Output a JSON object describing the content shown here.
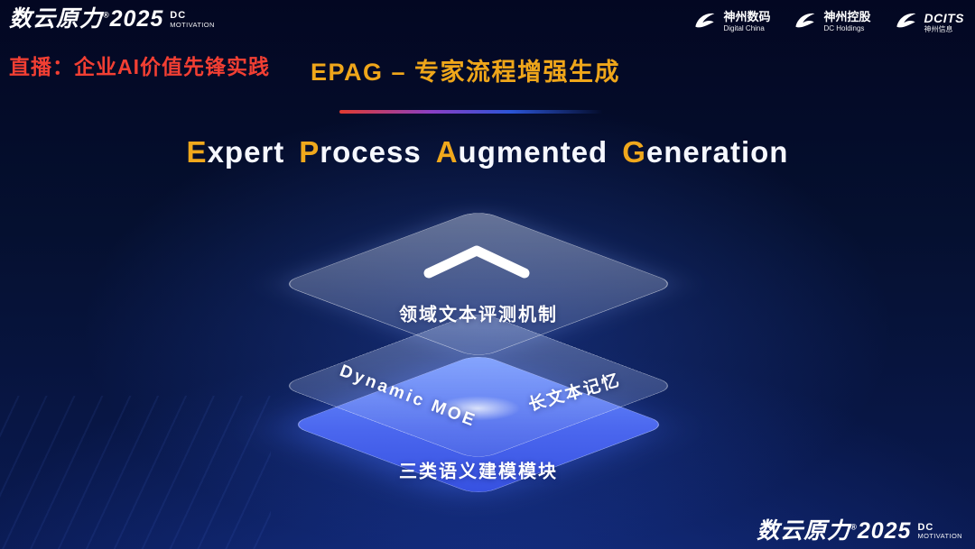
{
  "brand": {
    "name": "数云原力",
    "reg": "®",
    "year": "2025",
    "dc": "DC",
    "motivation": "MOTIVATION"
  },
  "header": {
    "live_label": "直播：企业AI价值先锋实践",
    "title": "EPAG – 专家流程增强生成",
    "partners": [
      {
        "name": "神州数码",
        "sub": "Digital China"
      },
      {
        "name": "神州控股",
        "sub": "DC Holdings"
      },
      {
        "name": "DCITS",
        "sub": "神州信息"
      }
    ]
  },
  "subtitle": {
    "w1a": "E",
    "w1b": "xpert",
    "w2a": "P",
    "w2b": "rocess",
    "w3a": "A",
    "w3b": "ugmented",
    "w4a": "G",
    "w4b": "eneration"
  },
  "diagram": {
    "top_label": "领域文本评测机制",
    "middle_left_label": "Dynamic MOE",
    "middle_right_label": "长文本记忆",
    "bottom_label": "三类语义建模模块"
  },
  "colors": {
    "accent_gold": "#EFA61A",
    "live_red": "#F23F33",
    "layer_blue": "#4A66EE",
    "background": "#051030"
  }
}
